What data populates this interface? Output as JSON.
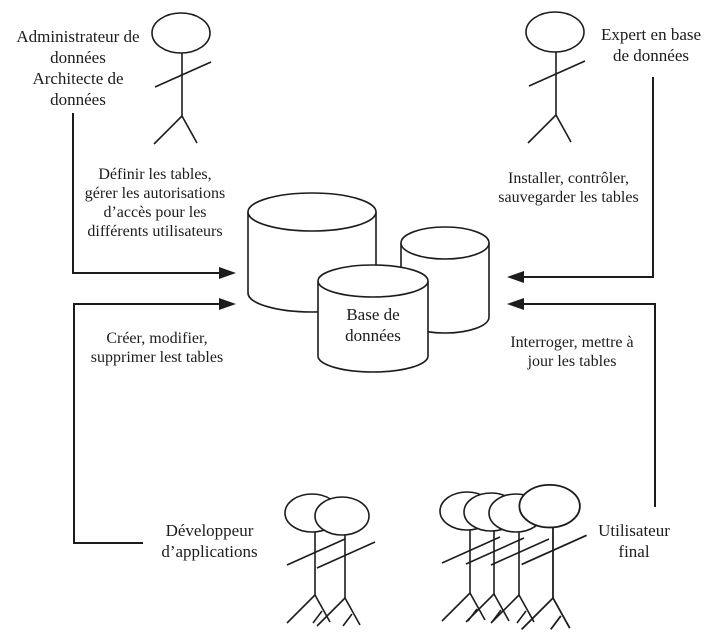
{
  "diagram": {
    "background": "#ffffff",
    "stroke_color": "#1c1c1c",
    "actors": {
      "admin": {
        "label": "Administrateur de\ndonnées\nArchitecte de\ndonnées",
        "figure_count": 1
      },
      "expert": {
        "label": "Expert en base\nde données",
        "figure_count": 1
      },
      "developer": {
        "label": "Développeur\nd’applications",
        "figure_count": 2
      },
      "end_user": {
        "label": "Utilisateur\nfinal",
        "figure_count": 4
      }
    },
    "database": {
      "label": "Base de\ndonnées",
      "cylinder_count": 3
    },
    "tasks": {
      "define": "Définir les tables,\ngérer les autorisations\nd’accès pour les\ndifférents utilisateurs",
      "install": "Installer, contrôler,\nsauvegarder les tables",
      "create": "Créer, modifier,\nsupprimer lest tables",
      "query": "Interroger, mettre à\njour les tables"
    }
  }
}
